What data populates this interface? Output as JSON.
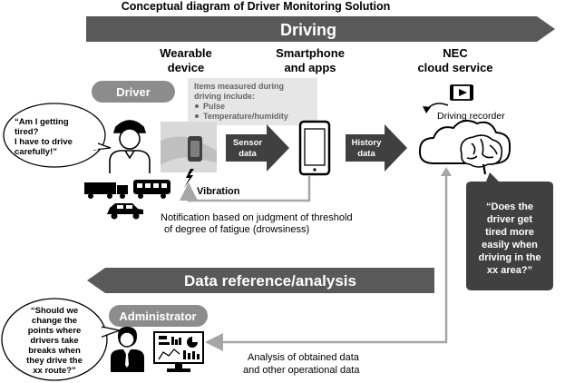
{
  "title": "Conceptual diagram of Driver Monitoring Solution",
  "banners": {
    "driving": "Driving",
    "analysis": "Data reference/analysis"
  },
  "columns": {
    "wearable": [
      "Wearable",
      "device"
    ],
    "smartphone": [
      "Smartphone",
      "and apps"
    ],
    "cloud": [
      "NEC",
      "cloud service"
    ]
  },
  "driver": {
    "label": "Driver",
    "bubble": [
      "“Am I getting",
      "tired?",
      "I have to drive",
      "carefully!”"
    ]
  },
  "measured": {
    "heading": [
      "Items measured during",
      "driving include:"
    ],
    "items": [
      "Pulse",
      "Temperature/humidity"
    ]
  },
  "arrows": {
    "sensor": [
      "Sensor",
      "data"
    ],
    "history": [
      "History",
      "data"
    ]
  },
  "vibration": "Vibration",
  "notification": [
    "Notification based on judgment of threshold",
    "of degree of fatigue (drowsiness)"
  ],
  "driving_recorder": "Driving recorder",
  "cloud_question": [
    "“Does the",
    "driver get",
    "tired more",
    "easily when",
    "driving in the",
    "xx area?”"
  ],
  "administrator": {
    "label": "Administrator",
    "bubble": [
      "“Should we",
      "change the",
      "points where",
      "drivers take",
      "breaks when",
      "they drive the",
      "xx route?”"
    ]
  },
  "analysis_note": [
    "Analysis of obtained data",
    "and  other operational data"
  ],
  "colors": {
    "banner": "#595959",
    "pill": "#8c8c8c",
    "measured_box": "#e6e6e6",
    "callout": "#404040",
    "connector": "#a6a6a6"
  },
  "icons": [
    "driver-icon",
    "watch-icon",
    "smartphone-icon",
    "cloud-icon",
    "brain-icon",
    "video-icon",
    "vehicle-icons",
    "administrator-icon",
    "monitor-icon",
    "lightning-icon"
  ]
}
